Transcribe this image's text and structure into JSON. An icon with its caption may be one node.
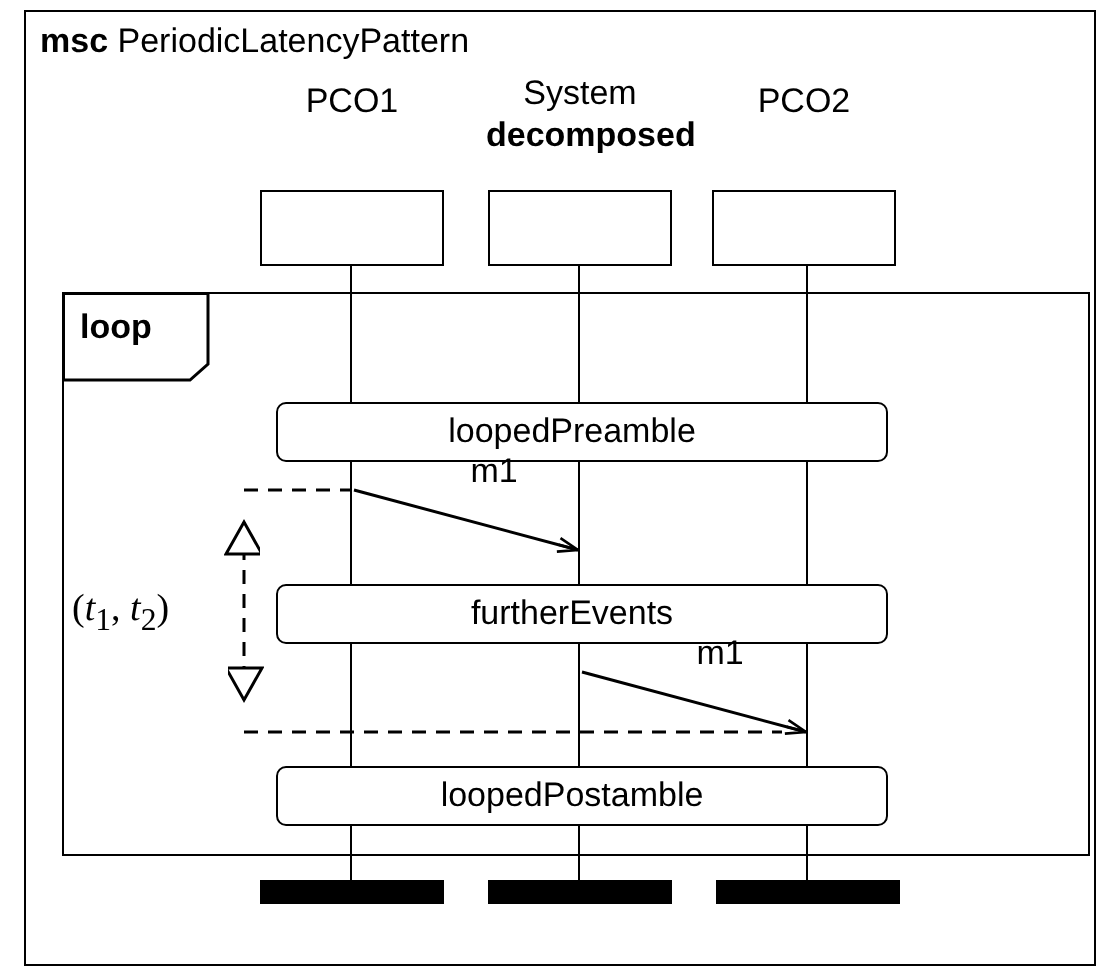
{
  "diagram": {
    "title": "**msc** PeriodicLatencyPattern",
    "nodes": [
      {
        "text": [
          "loop"
        ]
      },
      {
        "text": [
          "PCO1"
        ]
      },
      {
        "text": [
          "System **decomposed**"
        ]
      },
      {
        "text": [
          "PCO2"
        ]
      },
      {
        "text": [
          "loopedPreamble"
        ],
        "in": 0
      },
      {
        "text": [
          "furtherEvents"
        ],
        "in": 0
      },
      {
        "text": [
          "loopedPostamble"
        ],
        "in": 0
      },
      {
        "text": [],
        "shape": "line"
      },
      {
        "text": [],
        "shape": "line"
      },
      {
        "text": [],
        "shape": "line"
      },
      {
        "text": [],
        "shape": "bar"
      },
      {
        "text": [],
        "shape": "bar"
      },
      {
        "text": [],
        "shape": "bar"
      }
    ],
    "edges": [
      {
        "from": 7,
        "to": 8,
        "arrow": "to",
        "label": "m1"
      },
      {
        "from": 8,
        "to": 9,
        "arrow": "to",
        "label": "m1"
      }
    ],
    "labels": [
      "(t$_{1}$, t$_{2}$)"
    ]
  }
}
